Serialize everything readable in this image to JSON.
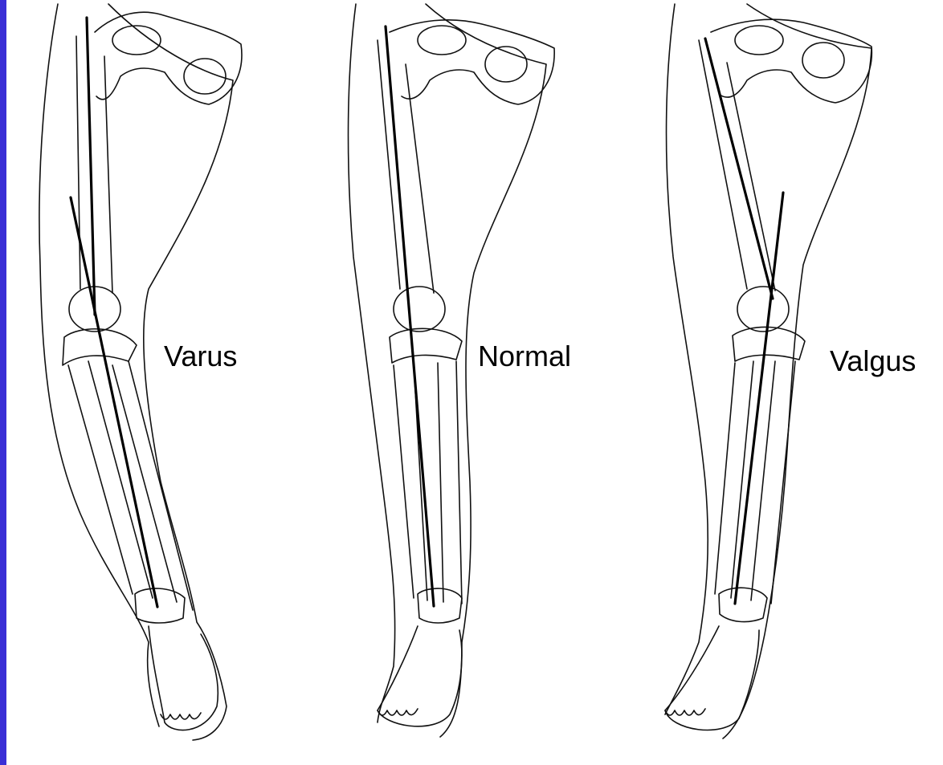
{
  "frame": {
    "border_color": "#3a2fd6",
    "background": "#ffffff"
  },
  "figures": [
    {
      "id": "varus",
      "label": "Varus"
    },
    {
      "id": "normal",
      "label": "Normal"
    },
    {
      "id": "valgus",
      "label": "Valgus"
    }
  ]
}
